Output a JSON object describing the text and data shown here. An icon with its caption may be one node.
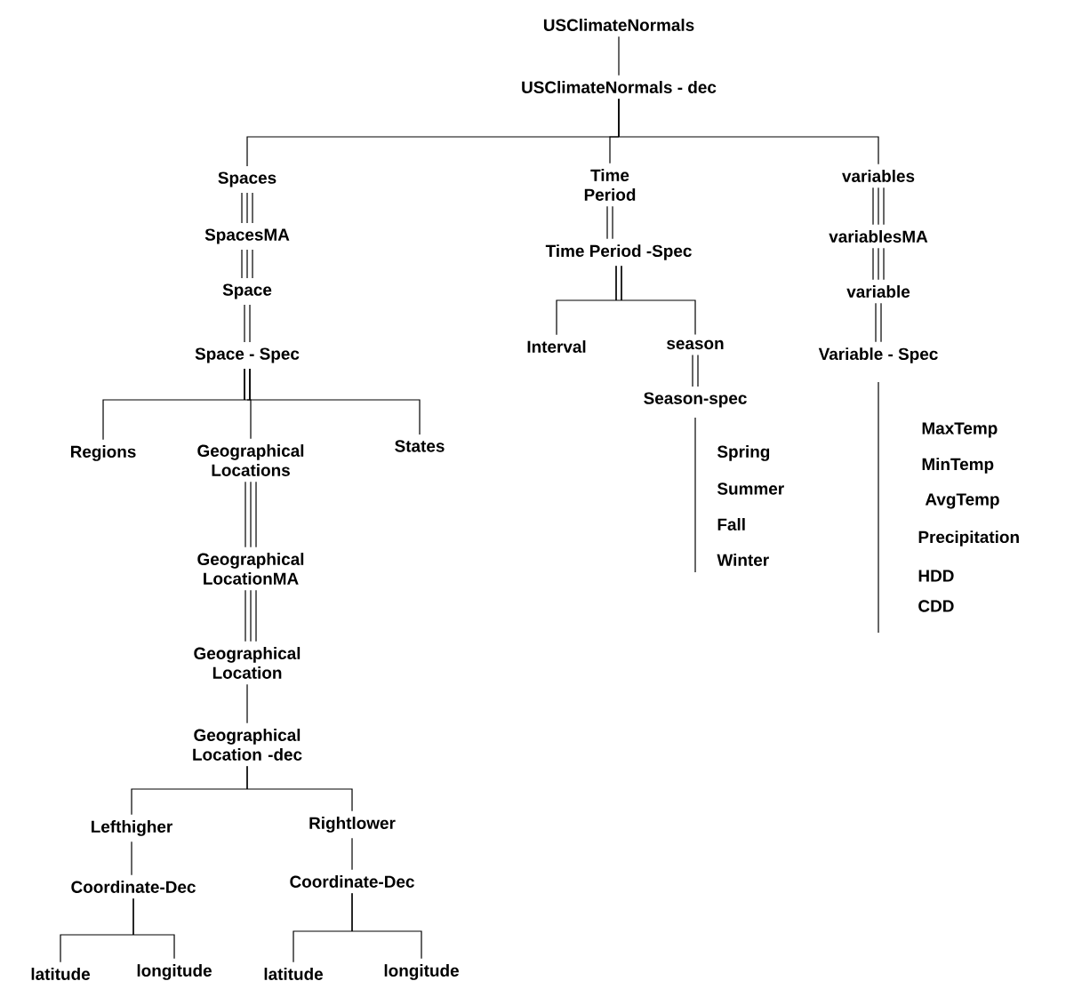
{
  "diagram": {
    "nodes": [
      {
        "text": [
          "USClimateNormals"
        ]
      },
      {
        "text": [
          "USClimateNormals - dec"
        ]
      },
      {
        "text": [
          "Spaces"
        ]
      },
      {
        "text": [
          "Time Period"
        ]
      },
      {
        "text": [
          "variables"
        ]
      },
      {
        "text": [
          "SpacesMA"
        ]
      },
      {
        "text": [
          "Time Period -Spec"
        ]
      },
      {
        "text": [
          "variablesMA"
        ]
      },
      {
        "text": [
          "Space"
        ]
      },
      {
        "text": [
          "variable"
        ]
      },
      {
        "text": [
          "Interval"
        ]
      },
      {
        "text": [
          "season"
        ]
      },
      {
        "text": [
          "Space - Spec"
        ]
      },
      {
        "text": [
          "Variable - Spec"
        ]
      },
      {
        "text": [
          "Season-spec"
        ]
      },
      {
        "text": [
          "Regions"
        ]
      },
      {
        "text": [
          "Geographical Locations"
        ]
      },
      {
        "text": [
          "States"
        ]
      },
      {
        "text": [
          "Geographical LocationMA"
        ]
      },
      {
        "text": [
          "Geographical Location"
        ]
      },
      {
        "text": [
          "Geographical Location -dec"
        ]
      },
      {
        "text": [
          "Lefthigher"
        ]
      },
      {
        "text": [
          "Rightlower"
        ]
      },
      {
        "text": [
          "Coordinate-Dec"
        ]
      },
      {
        "text": [
          "Coordinate-Dec"
        ]
      },
      {
        "text": [
          "latitude"
        ]
      },
      {
        "text": [
          "longitude"
        ]
      },
      {
        "text": [
          "latitude"
        ]
      },
      {
        "text": [
          "longitude"
        ]
      }
    ],
    "edges": [
      {
        "from": 0,
        "to": 1,
        "arrow": "none"
      },
      {
        "from": 1,
        "to": 2,
        "arrow": "none"
      },
      {
        "from": 1,
        "to": 3,
        "arrow": "none"
      },
      {
        "from": 1,
        "to": 4,
        "arrow": "none"
      },
      {
        "from": 2,
        "to": 5,
        "arrow": "none"
      },
      {
        "from": 5,
        "to": 8,
        "arrow": "none"
      },
      {
        "from": 8,
        "to": 12,
        "arrow": "none"
      },
      {
        "from": 12,
        "to": 15,
        "arrow": "none"
      },
      {
        "from": 12,
        "to": 16,
        "arrow": "none"
      },
      {
        "from": 12,
        "to": 17,
        "arrow": "none"
      },
      {
        "from": 3,
        "to": 6,
        "arrow": "none"
      },
      {
        "from": 6,
        "to": 10,
        "arrow": "none"
      },
      {
        "from": 6,
        "to": 11,
        "arrow": "none"
      },
      {
        "from": 11,
        "to": 14,
        "arrow": "none"
      },
      {
        "from": 4,
        "to": 7,
        "arrow": "none"
      },
      {
        "from": 7,
        "to": 9,
        "arrow": "none"
      },
      {
        "from": 9,
        "to": 13,
        "arrow": "none"
      },
      {
        "from": 16,
        "to": 18,
        "arrow": "none"
      },
      {
        "from": 18,
        "to": 19,
        "arrow": "none"
      },
      {
        "from": 19,
        "to": 20,
        "arrow": "none"
      },
      {
        "from": 20,
        "to": 21,
        "arrow": "none"
      },
      {
        "from": 20,
        "to": 22,
        "arrow": "none"
      },
      {
        "from": 21,
        "to": 23,
        "arrow": "none"
      },
      {
        "from": 22,
        "to": 24,
        "arrow": "none"
      },
      {
        "from": 23,
        "to": 25,
        "arrow": "none"
      },
      {
        "from": 23,
        "to": 26,
        "arrow": "none"
      },
      {
        "from": 24,
        "to": 27,
        "arrow": "none"
      },
      {
        "from": 24,
        "to": 28,
        "arrow": "none"
      }
    ],
    "labels": [
      "Spring",
      "Summer",
      "Fall",
      "Winter",
      "MaxTemp",
      "MinTemp",
      "AvgTemp",
      "Precipitation",
      "HDD",
      "CDD"
    ]
  }
}
